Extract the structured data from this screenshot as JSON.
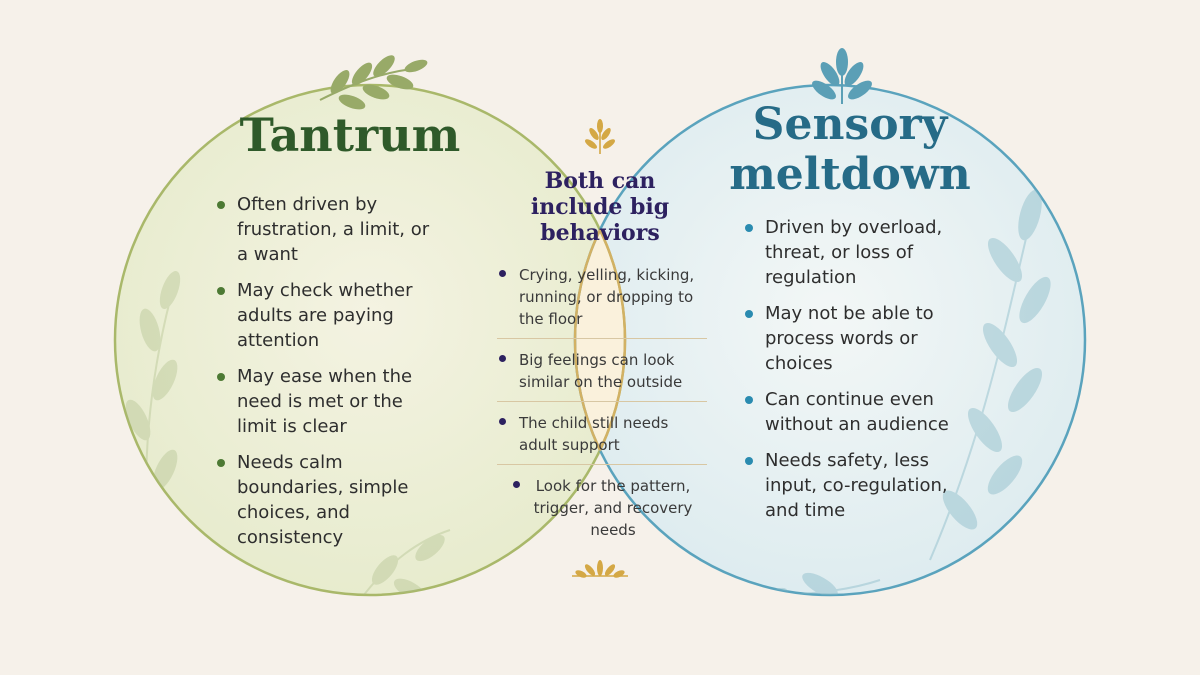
{
  "left": {
    "title": "Tantrum",
    "items": [
      "Often driven by frustration, a limit, or a want",
      "May check whether adults are paying attention",
      "May ease when the need is met or the limit is clear",
      "Needs calm boundaries, simple choices, and consistency"
    ]
  },
  "overlap": {
    "title": "Both can include big behaviors",
    "items": [
      "Crying, yelling, kicking, running, or dropping to the floor",
      "Big feelings can look similar on the outside",
      "The child still needs adult support",
      "Look for the pattern, trigger, and recovery needs"
    ]
  },
  "right": {
    "title": "Sensory meltdown",
    "items": [
      "Driven by overload, threat, or loss of regulation",
      "May not be able to process words or choices",
      "Can continue even without an audience",
      "Needs safety, less input, co-regulation, and time"
    ]
  },
  "colors": {
    "left_accent": "#2f5a2a",
    "right_accent": "#266b87",
    "overlap_accent": "#2d2160",
    "overlap_gold": "#d2b164"
  },
  "icons": [
    "leaf-sprig-icon",
    "wheat-sprig-icon",
    "vine-decoration"
  ]
}
